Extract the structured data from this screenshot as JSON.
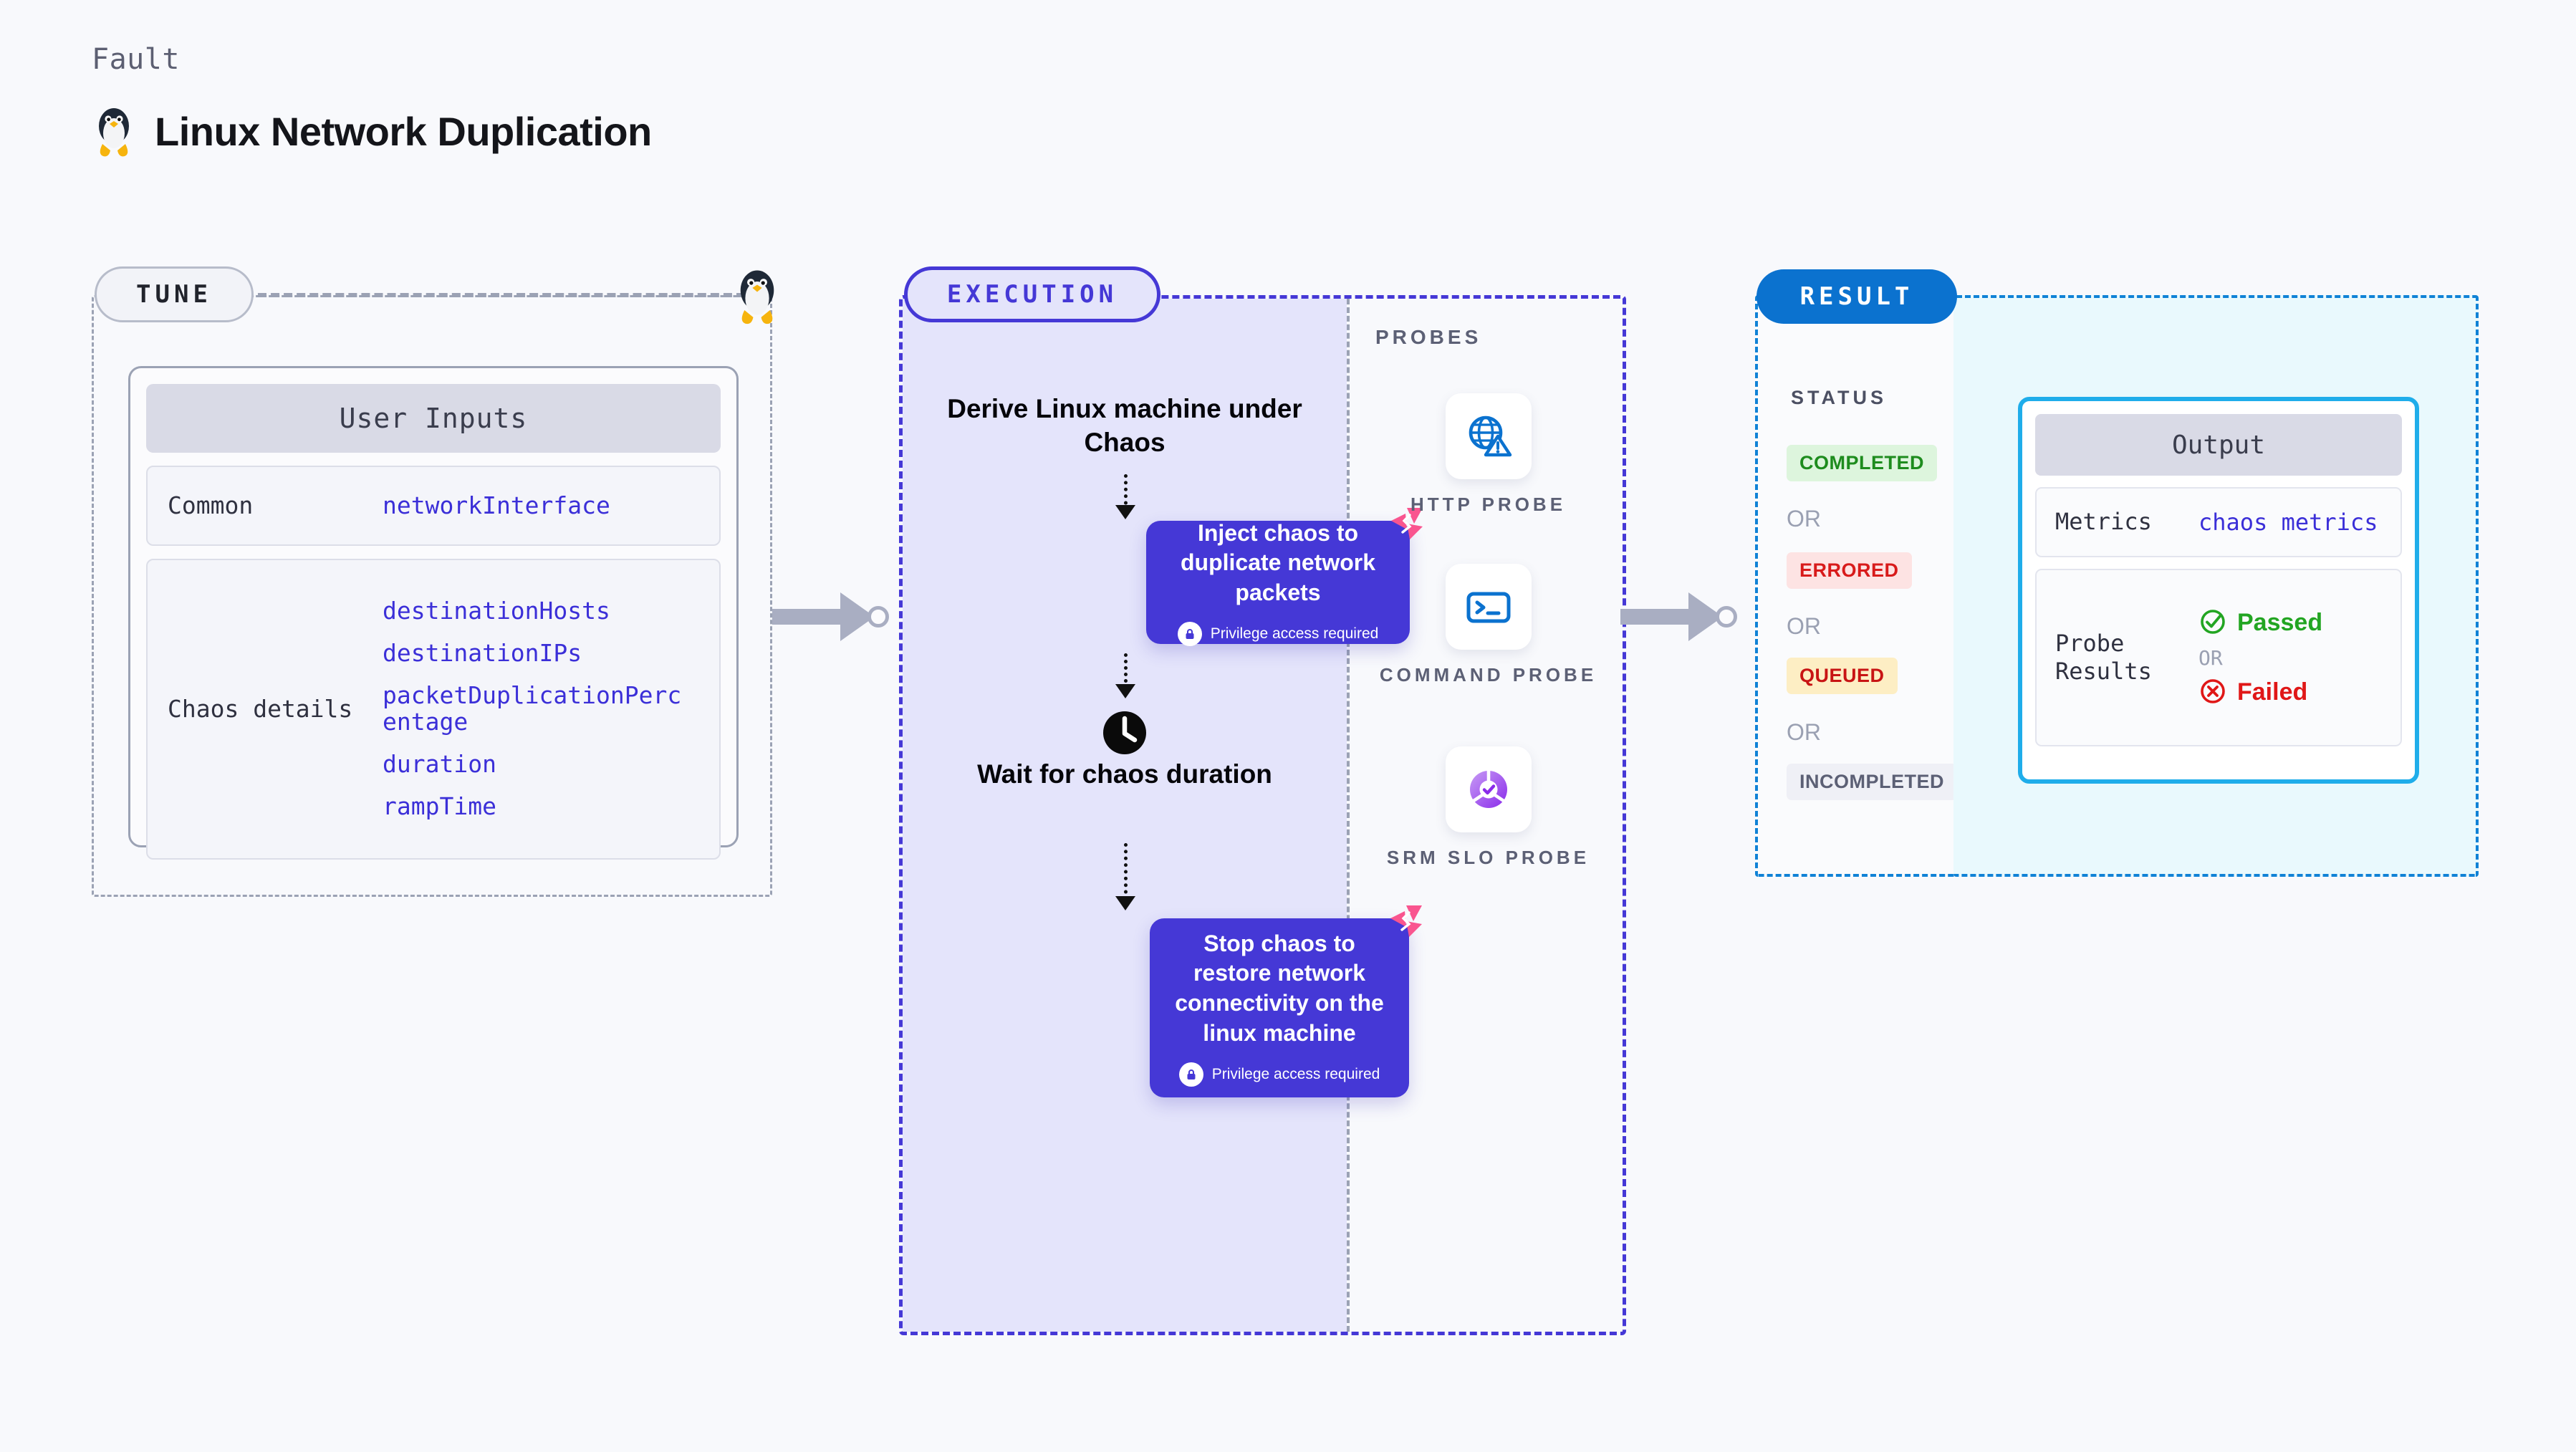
{
  "header": {
    "eyebrow": "Fault",
    "title": "Linux Network Duplication",
    "icon": "linux-tux-icon"
  },
  "tune": {
    "badge": "TUNE",
    "card_title": "User Inputs",
    "rows": [
      {
        "key": "Common",
        "values": [
          "networkInterface"
        ]
      },
      {
        "key": "Chaos details",
        "values": [
          "destinationHosts",
          "destinationIPs",
          "packetDuplicationPercentage",
          "duration",
          "rampTime"
        ]
      }
    ]
  },
  "execution": {
    "badge": "EXECUTION",
    "derive_text": "Derive Linux machine under Chaos",
    "inject_card": {
      "title": "Inject chaos to duplicate network packets",
      "privilege": "Privilege access required"
    },
    "wait_text": "Wait for chaos duration",
    "stop_card": {
      "title": "Stop chaos to restore network connectivity on the linux machine",
      "privilege": "Privilege access required"
    }
  },
  "probes": {
    "label": "PROBES",
    "items": [
      {
        "name": "HTTP PROBE",
        "icon": "globe-warning-icon"
      },
      {
        "name": "COMMAND PROBE",
        "icon": "terminal-icon"
      },
      {
        "name": "SRM SLO PROBE",
        "icon": "slo-donut-check-icon"
      }
    ]
  },
  "result": {
    "badge": "RESULT",
    "status_label": "STATUS",
    "or": "OR",
    "statuses": [
      {
        "label": "COMPLETED",
        "bg": "#ddf5dd",
        "color": "#1e8c1e"
      },
      {
        "label": "ERRORED",
        "bg": "#fde3e3",
        "color": "#d81b1b"
      },
      {
        "label": "QUEUED",
        "bg": "#fdeec4",
        "color": "#c81414"
      },
      {
        "label": "INCOMPLETED",
        "bg": "#eff0f6",
        "color": "#5c6075"
      }
    ],
    "output": {
      "title": "Output",
      "metrics_key": "Metrics",
      "metrics_value": "chaos metrics",
      "probe_results_key": "Probe Results",
      "passed": "Passed",
      "failed": "Failed",
      "or": "OR"
    }
  },
  "colors": {
    "background": "#f8f9fc",
    "execution_accent": "#4538d6",
    "execution_fill": "#e4e4fb",
    "result_accent": "#0b72cf",
    "output_border": "#1fadea",
    "output_fill": "#e9f9fd",
    "value_text": "#3b2fd8",
    "connector": "#a9aec2",
    "litmus_pink": "#f9558f"
  }
}
